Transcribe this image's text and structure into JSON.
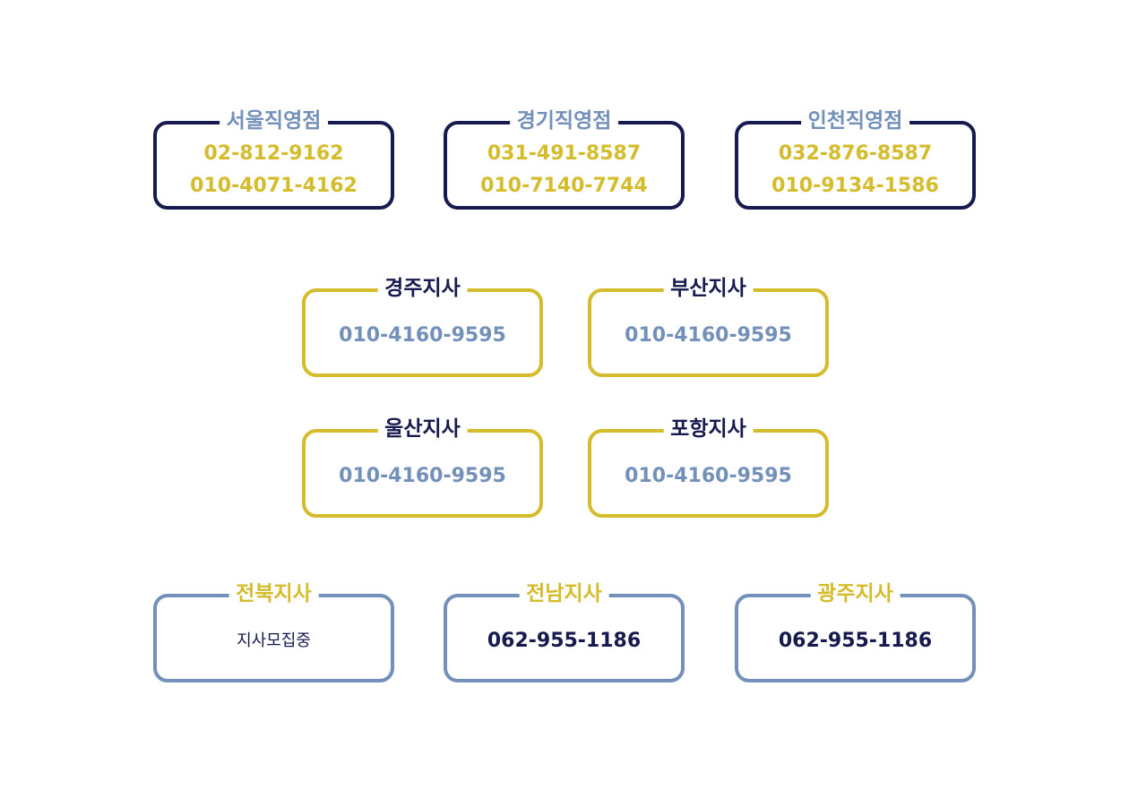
{
  "colors": {
    "navy": "#171a4f",
    "gold": "#d4bc2c",
    "blue": "#7290b9"
  },
  "direct_stores": [
    {
      "name": "서울직영점",
      "phones": [
        "02-812-9162",
        "010-4071-4162"
      ]
    },
    {
      "name": "경기직영점",
      "phones": [
        "031-491-8587",
        "010-7140-7744"
      ]
    },
    {
      "name": "인천직영점",
      "phones": [
        "032-876-8587",
        "010-9134-1586"
      ]
    }
  ],
  "branches": [
    {
      "name": "경주지사",
      "phone": "010-4160-9595"
    },
    {
      "name": "부산지사",
      "phone": "010-4160-9595"
    },
    {
      "name": "울산지사",
      "phone": "010-4160-9595"
    },
    {
      "name": "포항지사",
      "phone": "010-4160-9595"
    }
  ],
  "regional_branches": [
    {
      "name": "전북지사",
      "phone": "지사모집중"
    },
    {
      "name": "전남지사",
      "phone": "062-955-1186"
    },
    {
      "name": "광주지사",
      "phone": "062-955-1186"
    }
  ]
}
